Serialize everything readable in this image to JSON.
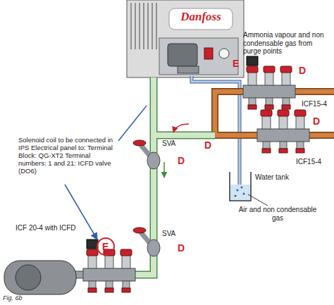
{
  "diagram": {
    "caption": "Fig. 6b",
    "labels": [
      "Danfoss",
      "Ammonia vapour and non condensable gas from purge points",
      "E",
      "D",
      "ICF15-4",
      "D",
      "D",
      "Solenoid coil to be connected in IPS Electrical panel to: Terminal Block: QG-XT2 Terminal numbers: 1 and 21: ICFD valve (DO6)",
      "SVA",
      "D",
      "ICF15-4",
      "Water tank",
      "Air and non condensable gas",
      "ICF 20-4 with ICFD",
      "SVA",
      "E",
      "D"
    ]
  }
}
